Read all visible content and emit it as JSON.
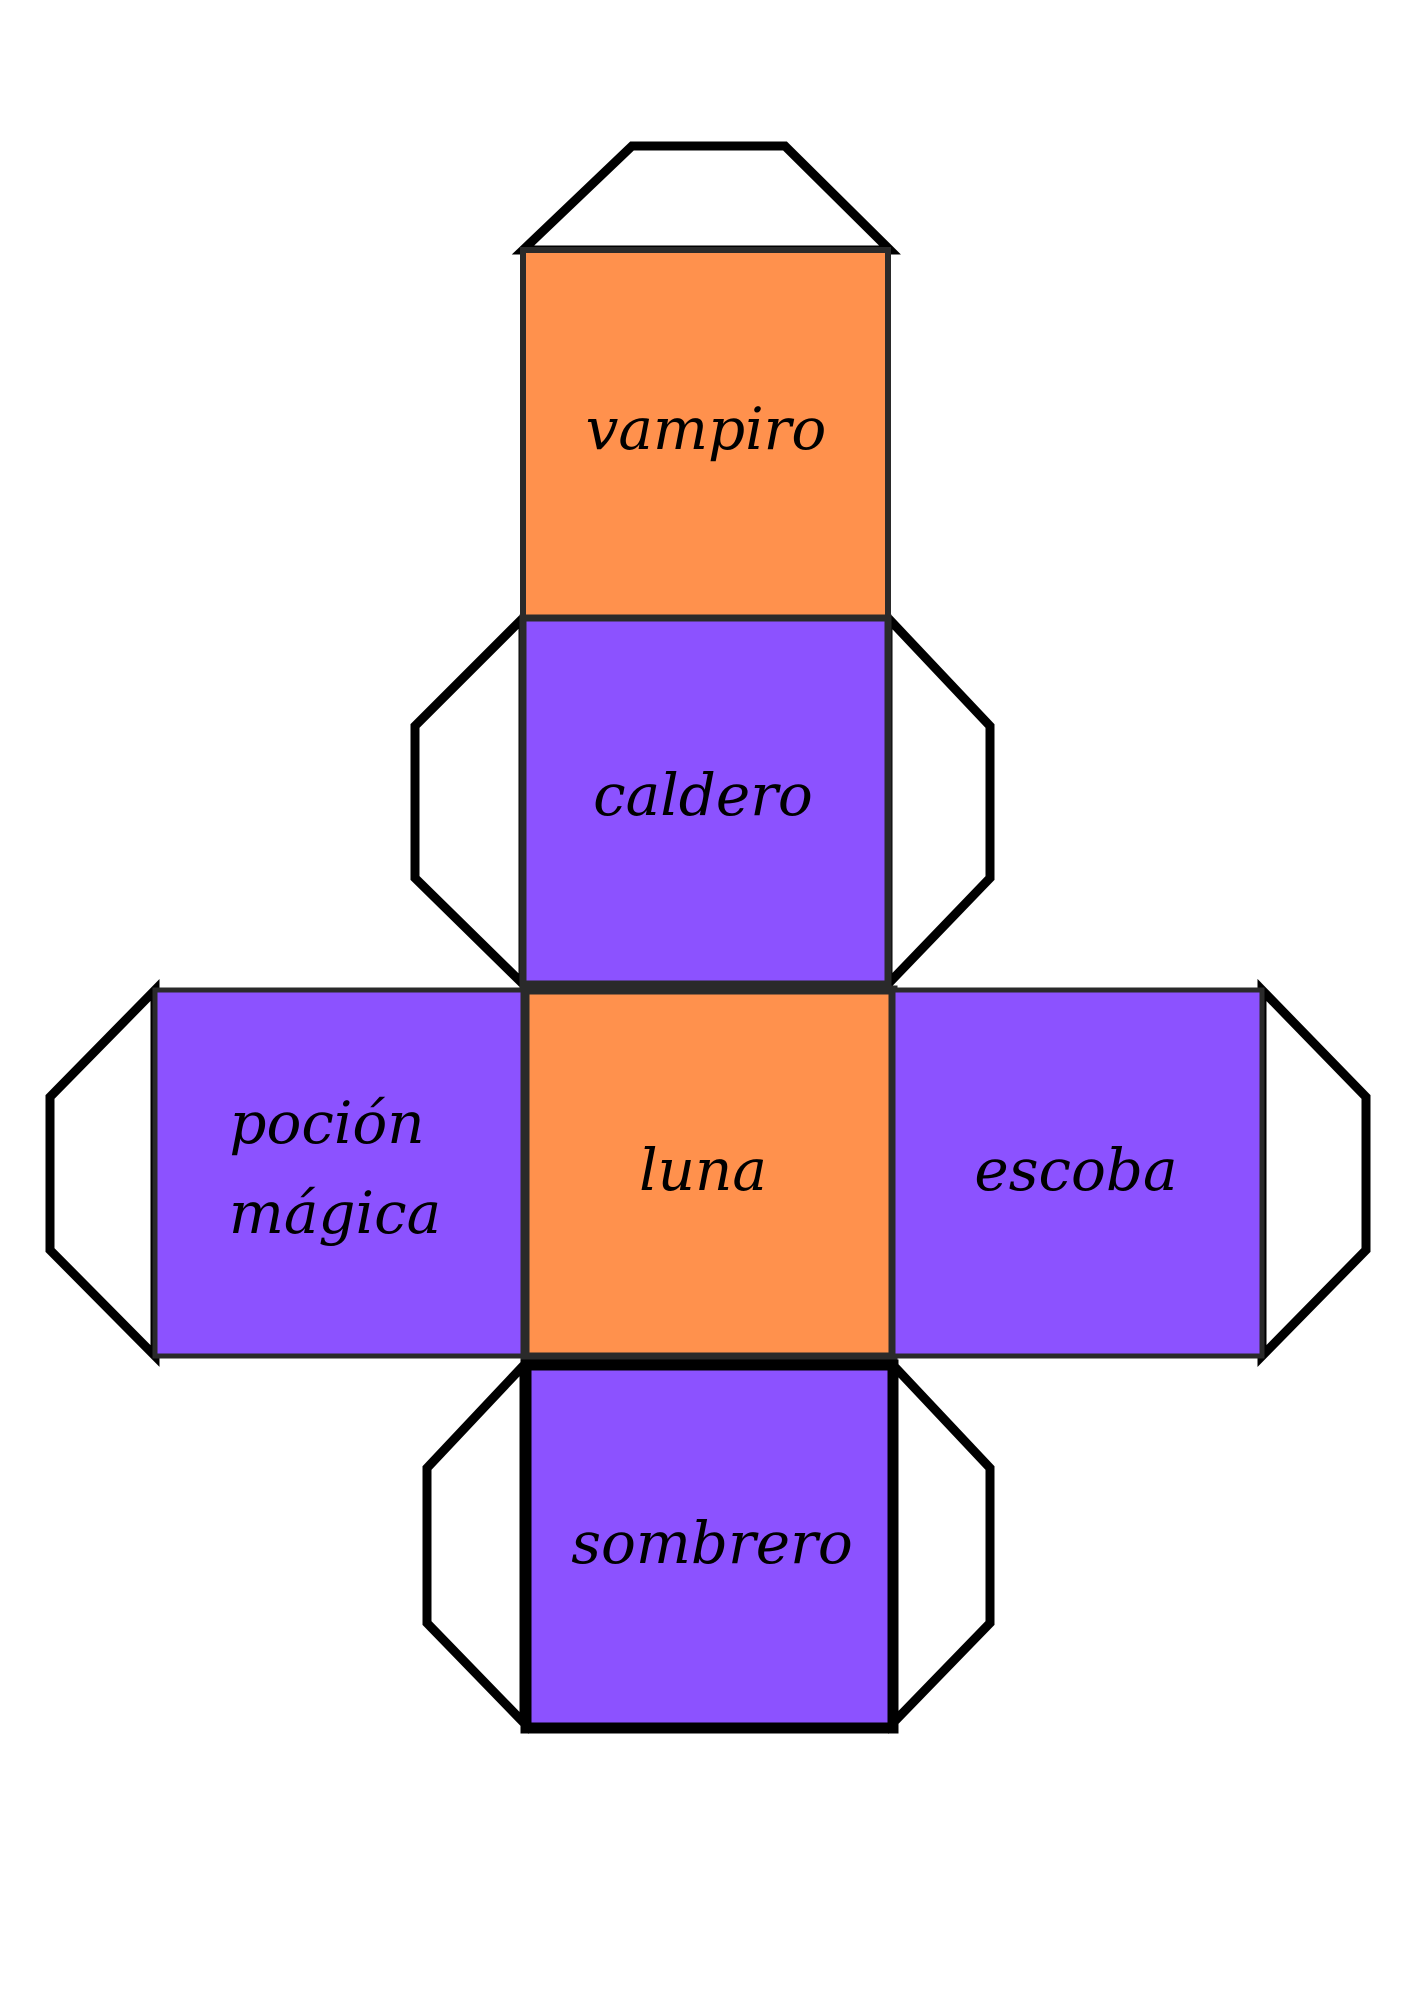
{
  "colors": {
    "orange": "#FF914D",
    "purple": "#8C52FF",
    "outline": "#000000",
    "face_border": "#2a2a2a",
    "background": "#FFFFFF"
  },
  "faces": {
    "top": {
      "label": "vampiro",
      "color": "orange"
    },
    "upper": {
      "label": "caldero",
      "color": "purple"
    },
    "left": {
      "label_line1": "poción",
      "label_line2": "mágica",
      "color": "purple"
    },
    "center": {
      "label": "luna",
      "color": "orange"
    },
    "right": {
      "label": "escoba",
      "color": "purple"
    },
    "bottom": {
      "label": "sombrero",
      "color": "purple"
    }
  }
}
